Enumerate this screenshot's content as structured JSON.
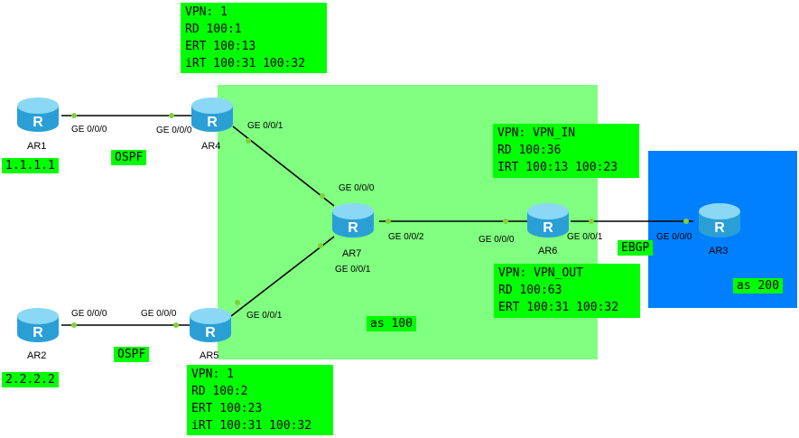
{
  "areas": {
    "as100": "as 100",
    "as200": "as 200"
  },
  "devices": {
    "ar1": "AR1",
    "ar2": "AR2",
    "ar3": "AR3",
    "ar4": "AR4",
    "ar5": "AR5",
    "ar6": "AR6",
    "ar7": "AR7"
  },
  "interfaces": {
    "ar1_ge000": "GE 0/0/0",
    "ar4_ge000": "GE 0/0/0",
    "ar4_ge001": "GE 0/0/1",
    "ar7_ge000": "GE 0/0/0",
    "ar7_ge001": "GE 0/0/1",
    "ar7_ge002": "GE 0/0/2",
    "ar6_ge000": "GE 0/0/0",
    "ar6_ge001": "GE 0/0/1",
    "ar3_ge000": "GE 0/0/0",
    "ar2_ge000": "GE 0/0/0",
    "ar5_ge000": "GE 0/0/0",
    "ar5_ge001": "GE 0/0/1"
  },
  "tags": {
    "ar1_ip": "1.1.1.1",
    "ar2_ip": "2.2.2.2",
    "ospf_top": "OSPF",
    "ospf_bottom": "OSPF",
    "ebgp": "EBGP"
  },
  "vpn_boxes": {
    "ar4": [
      "VPN: 1",
      "RD 100:1",
      "ERT 100:13",
      "iRT 100:31 100:32"
    ],
    "ar6_in": [
      "VPN: VPN_IN",
      "RD 100:36",
      "IRT 100:13 100:23"
    ],
    "ar6_out": [
      "VPN: VPN_OUT",
      "RD 100:63",
      "ERT 100:31 100:32"
    ],
    "ar5": [
      "VPN: 1",
      "RD 100:2",
      "ERT 100:23",
      "iRT 100:31 100:32"
    ]
  },
  "colors": {
    "as100_area": "#80ff80",
    "as200_area": "#0080ff",
    "label_fill": "#00ff00",
    "port_dot": "#7fd13b",
    "router_body": "#3fb6e8"
  }
}
